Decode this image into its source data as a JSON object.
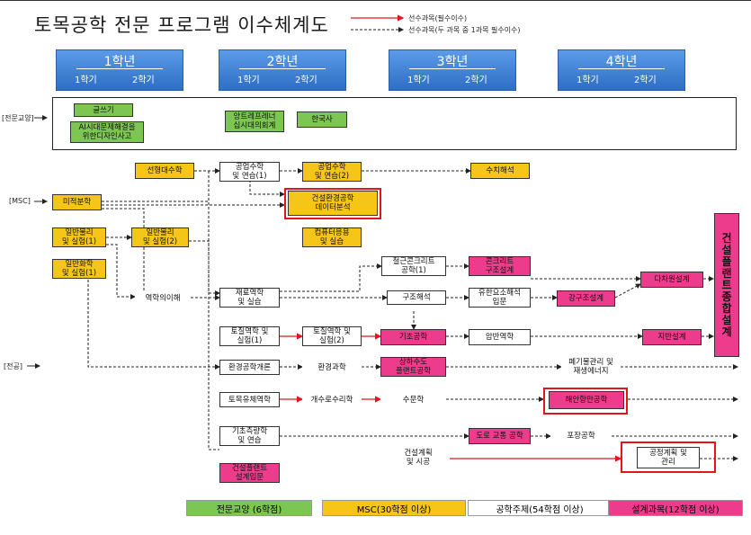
{
  "title": "토목공학 전문 프로그램 이수체계도",
  "legend": {
    "required": "선수과목(필수이수)",
    "choice": "선수과목(두 과목 중 1과목 필수이수)",
    "line_required_color": "#e3141c",
    "line_choice_color": "#222222"
  },
  "years": [
    {
      "label": "1학년",
      "sem1": "1학기",
      "sem2": "2학기"
    },
    {
      "label": "2학년",
      "sem1": "1학기",
      "sem2": "2학기"
    },
    {
      "label": "3학년",
      "sem1": "1학기",
      "sem2": "2학기"
    },
    {
      "label": "4학년",
      "sem1": "1학기",
      "sem2": "2학기"
    }
  ],
  "rows": {
    "liberal": "[전문교양]",
    "msc": "[MSC]",
    "major": "[전공]",
    "arrow": "→"
  },
  "courses": {
    "writing": "글쓰기",
    "ai_design": "AI시대문제해결을\n위한디자인사고",
    "entrepreneur": "앙트레프레너\n십시대의회계",
    "korean_history": "한국사",
    "linear_algebra": "선형대수학",
    "eng_math1": "공업수학\n및 연습(1)",
    "eng_math2": "공업수학\n및 연습(2)",
    "numerical": "수치해석",
    "calculus": "미적분학",
    "data_analysis": "건설환경공학\n데이터분석",
    "physics1": "일반물리\n및 실험(1)",
    "physics2": "일반물리\n및 실험(2)",
    "computing": "컴퓨터응용\n및 실습",
    "chemistry": "일반화학\n및 실험(1)",
    "rc": "철근콘크리트\n공학(1)",
    "concrete_design": "콘크리트\n구조설계",
    "statics": "역학의이해",
    "materials": "재료역학\n및 실습",
    "structural": "구조해석",
    "fem": "유한요소해석\n입문",
    "steel_design": "강구조설계",
    "multi_design": "다차원설계",
    "soil1": "토질역학 및\n실험(1)",
    "soil2": "토질역학 및\n실험(2)",
    "foundation": "기초공학",
    "rock": "암반역학",
    "geo_design": "지반설계",
    "env_intro": "환경공학개론",
    "env_science": "환경과학",
    "water_plant": "상하수도\n플랜트공학",
    "waste": "폐기물관리 및\n재생에너지",
    "fluid": "토목유체역학",
    "hydraulics": "개수로수리학",
    "hydrology": "수문학",
    "coastal": "해안항만공학",
    "surveying": "기초측량학\n및 연습",
    "road": "도로 교통 공학",
    "pavement": "포장공학",
    "construction": "건설계획\n및 시공",
    "scheduling": "공정계획 및\n관리",
    "plant_intro": "건설플랜트\n설계입문",
    "capstone": "건설플랜트종합설계"
  },
  "footer": [
    {
      "label": "전문교양 (6학점)",
      "color": "#7dc652"
    },
    {
      "label": "MSC(30학점 이상)",
      "color": "#f5c518"
    },
    {
      "label": "공학주제(54학점 이상)",
      "color": "#ffffff"
    },
    {
      "label": "설계과목(12학점 이상)",
      "color": "#ee3c8c"
    }
  ]
}
